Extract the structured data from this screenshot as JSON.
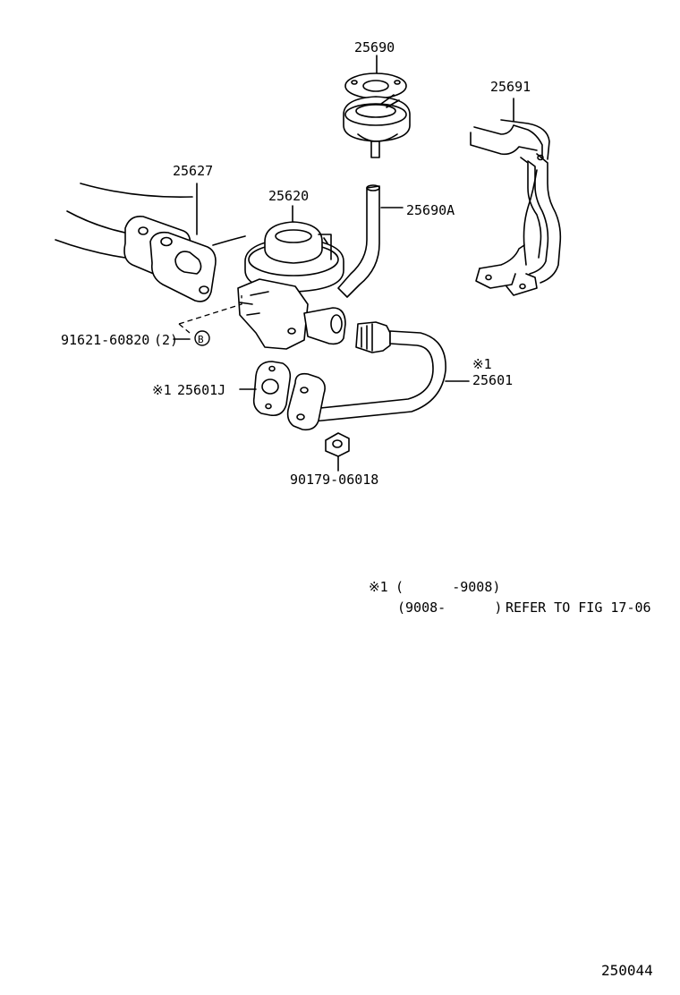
{
  "labels": {
    "egr_vacuum_modulator": "25690",
    "bracket": "25691",
    "gasket_manifold": "25627",
    "egr_valve": "25620",
    "hose": "25690A",
    "bolt": "91621-60820",
    "bolt_qty": "(2)",
    "bolt_marker": "B",
    "pipe_note": "※1",
    "pipe": "25601",
    "gasket_note": "※1",
    "gasket_pipe": "25601J",
    "nut": "90179-06018"
  },
  "notes": {
    "line1_mark": "※1",
    "line1_range": "(      -9008)",
    "line2_range": "(9008-      )",
    "line2_ref": "REFER TO FIG 17-06"
  },
  "figure_number": "250044"
}
